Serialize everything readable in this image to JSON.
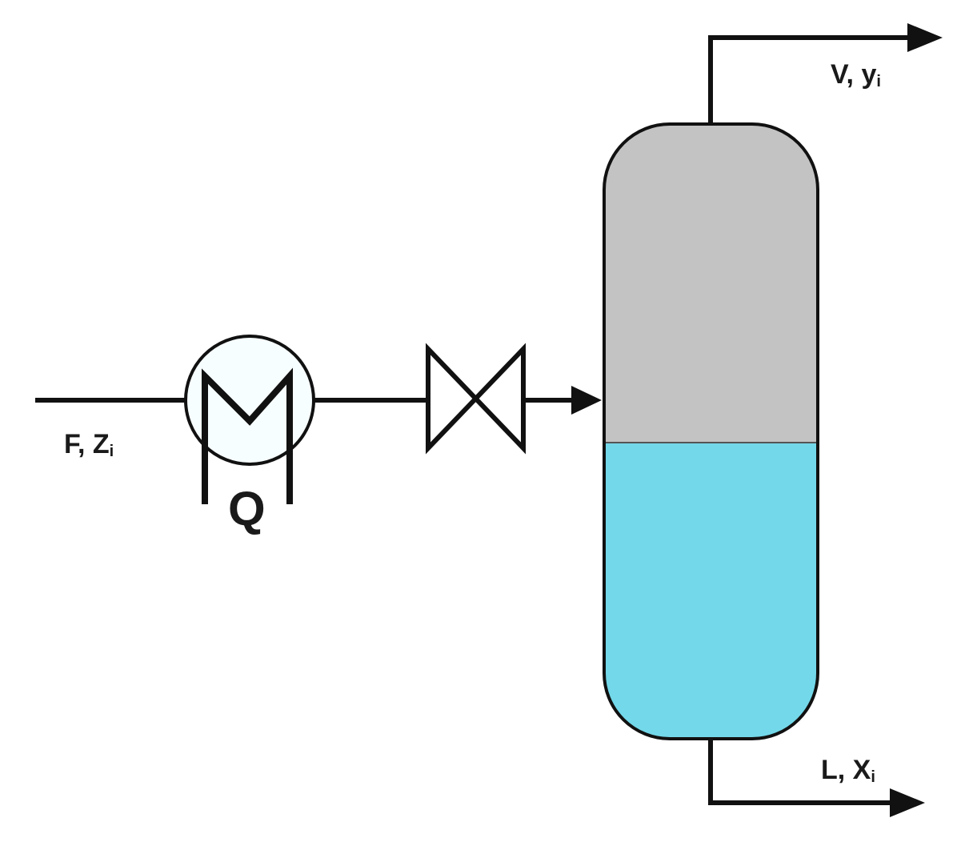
{
  "labels": {
    "feed_main": "F, Z",
    "feed_sub": "i",
    "vapor_main": "V, y",
    "vapor_sub": "i",
    "liquid_main": "L, X",
    "liquid_sub": "i",
    "heat_duty": "Q"
  },
  "colors": {
    "vapor_phase": "#c3c3c3",
    "liquid_phase": "#73d8e9",
    "lines": "#111111",
    "exchanger_fill": "#f7feff"
  },
  "icons": {
    "heat_exchanger": "heat-exchanger-icon",
    "valve": "valve-icon",
    "drum": "flash-drum-icon"
  }
}
